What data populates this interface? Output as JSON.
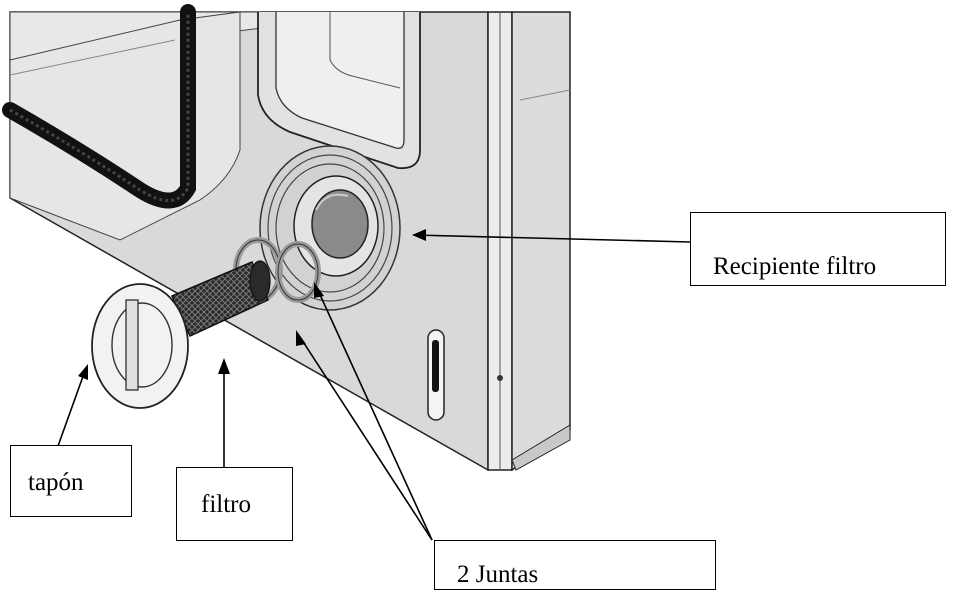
{
  "labels": {
    "recipiente": "Recipiente filtro",
    "tapon": "tapón",
    "filtro": "filtro",
    "juntas": "2 Juntas"
  },
  "colors": {
    "panel": "#d9d9d9",
    "panel_edge": "#c8c8c8",
    "line": "#000000",
    "gasket": "#9a9a9a",
    "hose": "#1a1a1a"
  }
}
